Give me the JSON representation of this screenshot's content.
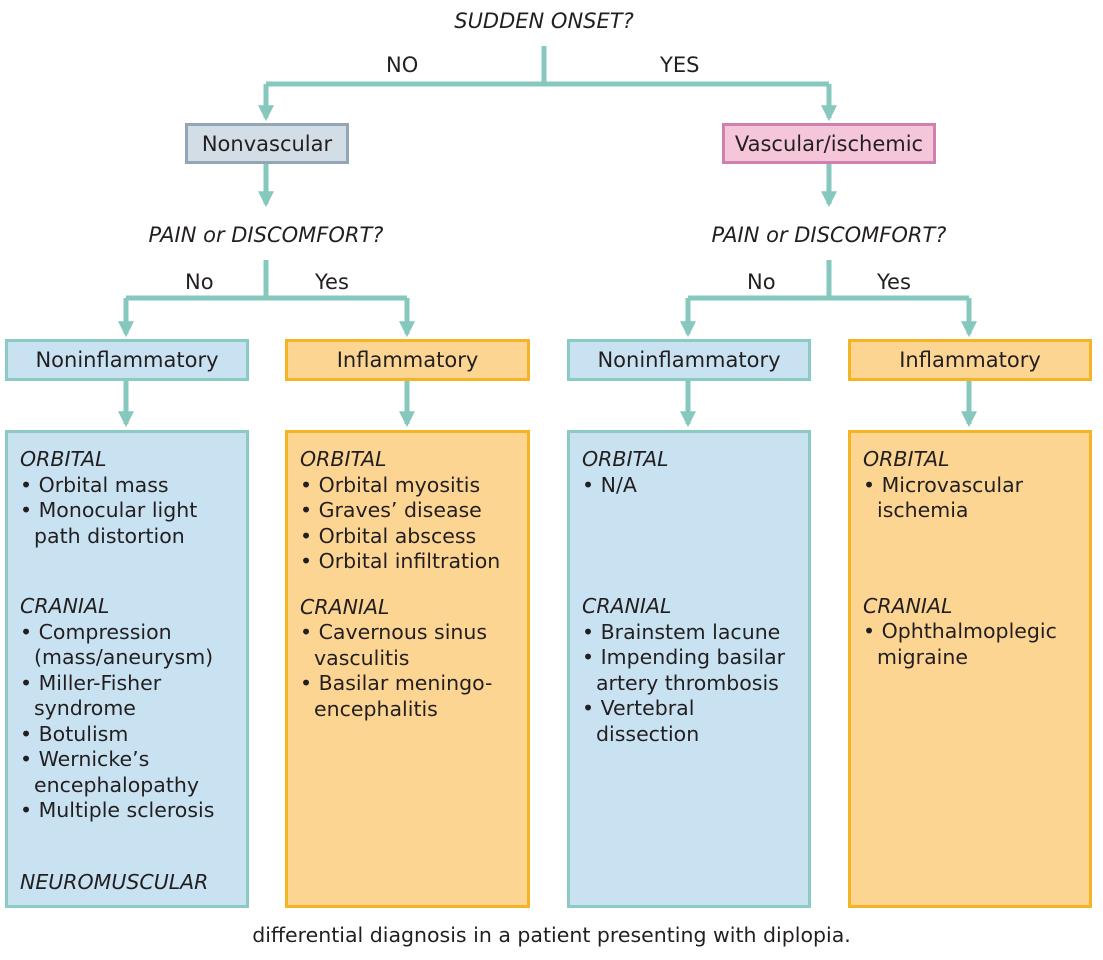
{
  "question_top": "SUDDEN ONSET?",
  "answer_no_top": "NO",
  "answer_yes_top": "YES",
  "node_nonvascular": "Nonvascular",
  "node_vascular": "Vascular/ischemic",
  "question_pain_left": "PAIN or DISCOMFORT?",
  "question_pain_right": "PAIN or DISCOMFORT?",
  "left_no": "No",
  "left_yes": "Yes",
  "right_no": "No",
  "right_yes": "Yes",
  "col1": {
    "label": "Noninflammatory",
    "orbital_title": "ORBITAL",
    "orbital_items": [
      "Orbital mass",
      "Monocular light path distortion"
    ],
    "cranial_title": "CRANIAL",
    "cranial_items": [
      "Compression (mass/aneurysm)",
      "Miller-Fisher syndrome",
      "Botulism",
      "Wernicke’s encephalopathy",
      "Multiple sclerosis"
    ],
    "extra_title": "NEUROMUSCULAR"
  },
  "col2": {
    "label": "Inflammatory",
    "orbital_title": "ORBITAL",
    "orbital_items": [
      "Orbital myositis",
      "Graves’ disease",
      "Orbital abscess",
      "Orbital infiltration"
    ],
    "cranial_title": "CRANIAL",
    "cranial_items": [
      "Cavernous sinus vasculitis",
      "Basilar meningo-encephalitis"
    ]
  },
  "col3": {
    "label": "Noninflammatory",
    "orbital_title": "ORBITAL",
    "orbital_items": [
      "N/A"
    ],
    "cranial_title": "CRANIAL",
    "cranial_items": [
      "Brainstem lacune",
      "Impending basilar artery thrombosis",
      "Vertebral dissection"
    ]
  },
  "col4": {
    "label": "Inflammatory",
    "orbital_title": "ORBITAL",
    "orbital_items": [
      "Microvascular ischemia"
    ],
    "cranial_title": "CRANIAL",
    "cranial_items": [
      "Ophthalmoplegic migraine"
    ]
  },
  "caption": "differential diagnosis in a patient presenting with diplopia.",
  "colors": {
    "connector": "#86c8bd",
    "nonvascular_fill": "#d3dde6",
    "nonvascular_border": "#93a6b6",
    "vascular_fill": "#f5c6da",
    "vascular_border": "#d080b0",
    "blue_fill": "#c9e2f1",
    "blue_border": "#8ccbc1",
    "orange_fill": "#fcd593",
    "orange_border": "#f3b426"
  }
}
